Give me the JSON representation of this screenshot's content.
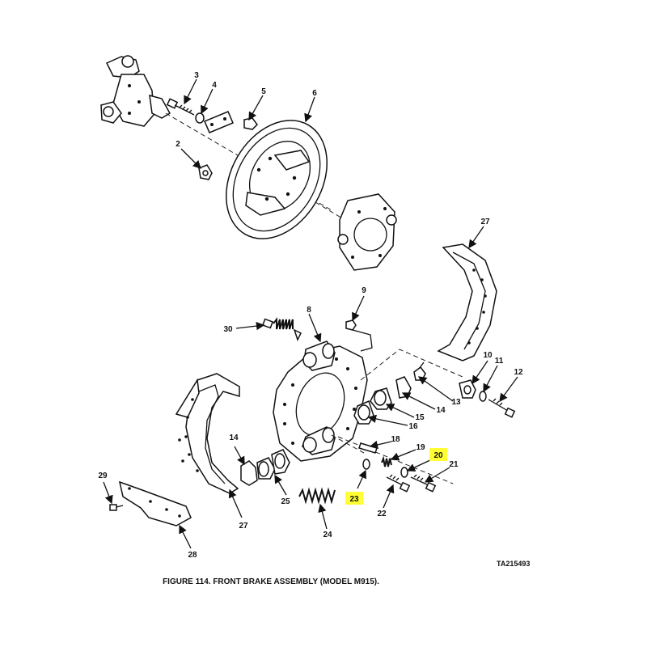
{
  "caption": "FIGURE 114. FRONT BRAKE ASSEMBLY (MODEL M915).",
  "ta_code": "TA215493",
  "highlight_color": "#ffff33",
  "highlighted_callouts": [
    "20",
    "23"
  ],
  "callouts": {
    "c2": "2",
    "c3": "3",
    "c4": "4",
    "c5": "5",
    "c6": "6",
    "c8": "8",
    "c9": "9",
    "c10": "10",
    "c11": "11",
    "c12": "12",
    "c13": "13",
    "c14a": "14",
    "c14b": "14",
    "c15": "15",
    "c16": "16",
    "c18": "18",
    "c19": "19",
    "c20": "20",
    "c21": "21",
    "c22": "22",
    "c23": "23",
    "c24": "24",
    "c25": "25",
    "c27a": "27",
    "c27b": "27",
    "c28": "28",
    "c29": "29",
    "c30": "30"
  }
}
